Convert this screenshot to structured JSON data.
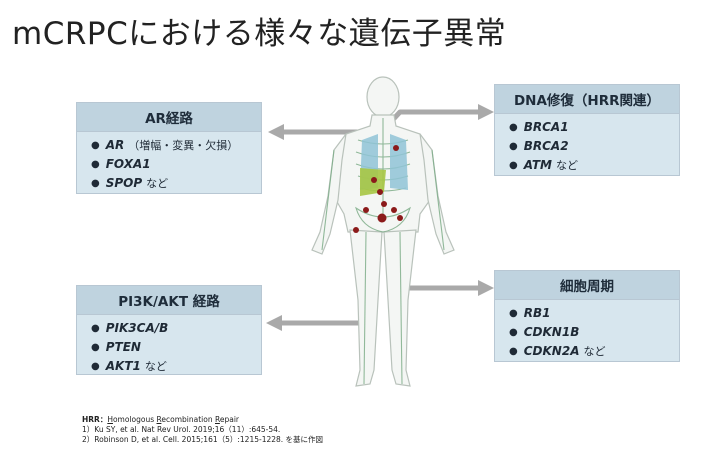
{
  "title": "mCRPCにおける様々な遺伝子異常",
  "boxes": {
    "ar": {
      "header": "AR経路",
      "items": [
        {
          "gene": "AR",
          "note": "（増幅・変異・欠損）"
        },
        {
          "gene": "FOXA1",
          "note": ""
        },
        {
          "gene": "SPOP",
          "note": "など"
        }
      ]
    },
    "dna": {
      "header": "DNA修復（HRR関連）",
      "items": [
        {
          "gene": "BRCA1",
          "note": ""
        },
        {
          "gene": "BRCA2",
          "note": ""
        },
        {
          "gene": "ATM",
          "note": "など"
        }
      ]
    },
    "pi3k": {
      "header": "PI3K/AKT 経路",
      "items": [
        {
          "gene": "PIK3CA/B",
          "note": ""
        },
        {
          "gene": "PTEN",
          "note": ""
        },
        {
          "gene": "AKT1",
          "note": "など"
        }
      ]
    },
    "cellcycle": {
      "header": "細胞周期",
      "items": [
        {
          "gene": "RB1",
          "note": ""
        },
        {
          "gene": "CDKN1B",
          "note": ""
        },
        {
          "gene": "CDKN2A",
          "note": "など"
        }
      ]
    }
  },
  "footer": {
    "hrr_label": "HRR：",
    "hrr_h": "H",
    "hrr_rest1": "omologous ",
    "hrr_r": "R",
    "hrr_rest2": "ecombination ",
    "hrr_r2": "R",
    "hrr_rest3": "epair",
    "ref1": "1）Ku SY, et al. Nat Rev Urol. 2019;16（11）:645-54.",
    "ref2": "2）Robinson D, et al. Cell. 2015;161（5）:1215-1228. を基に作図"
  },
  "colors": {
    "arrow": "#a9a9a9",
    "box_fill": "#d7e6ee",
    "box_header": "#bfd3df",
    "lung": "#8fc3d6",
    "liver": "#a7c744",
    "lesion": "#8b1a1a",
    "skeleton": "#7fae8a"
  }
}
